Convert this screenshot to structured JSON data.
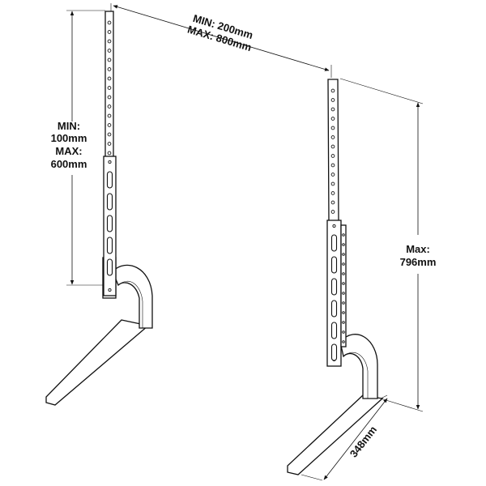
{
  "dimensions": {
    "width_range": {
      "line1": "MIN: 200mm",
      "line2": "MAX: 800mm"
    },
    "bracket_height_range": {
      "line1": "MIN:",
      "line2": "100mm",
      "line3": "MAX:",
      "line4": "600mm"
    },
    "max_height": {
      "line1": "Max:",
      "line2": "796mm"
    },
    "base_depth": {
      "label": "348mm"
    }
  },
  "colors": {
    "line": "#111111",
    "background": "#ffffff"
  }
}
